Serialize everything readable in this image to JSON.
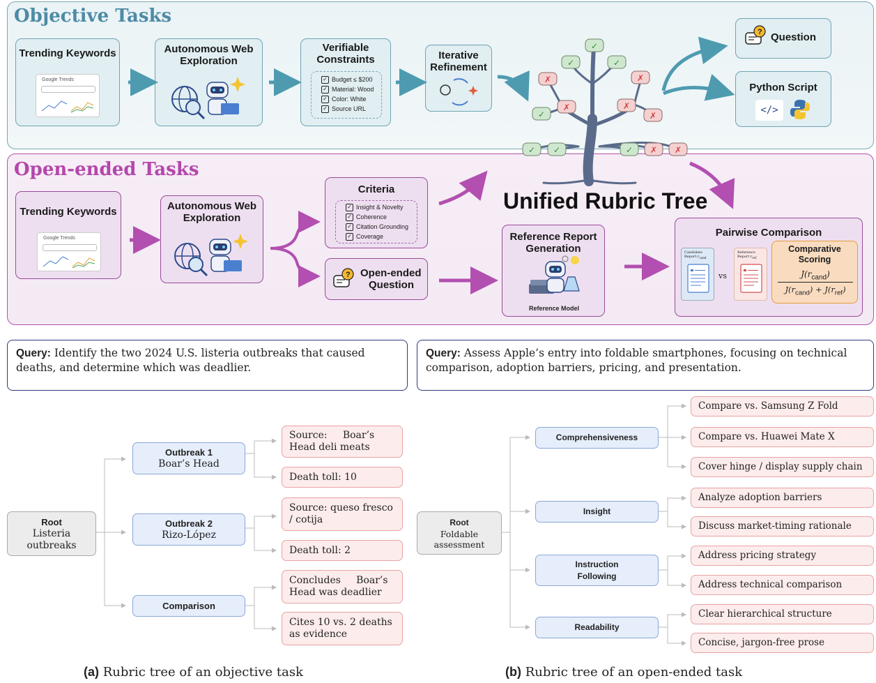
{
  "objective": {
    "title": "Objective Tasks",
    "trending": "Trending Keywords",
    "google_trends": "Google Trends",
    "web": [
      "Autonomous Web",
      "Exploration"
    ],
    "constraints_title": [
      "Verifiable",
      "Constraints"
    ],
    "constraints": [
      "Budget ≤ $200",
      "Material: Wood",
      "Color: White",
      "Source URL"
    ],
    "refine": [
      "Iterative",
      "Refinement"
    ],
    "question": "Question",
    "python": "Python Script"
  },
  "open": {
    "title": "Open-ended Tasks",
    "trending": "Trending Keywords",
    "google_trends": "Google Trends",
    "web": [
      "Autonomous Web",
      "Exploration"
    ],
    "criteria_title": "Criteria",
    "criteria": [
      "Insight & Novelty",
      "Coherence",
      "Citation Grounding",
      "Coverage"
    ],
    "oq": [
      "Open-ended",
      "Question"
    ],
    "ref_title": [
      "Reference Report",
      "Generation"
    ],
    "ref_model": "Reference Model",
    "pairwise": "Pairwise Comparison",
    "cand": [
      "Candidate",
      "Report r",
      "cand"
    ],
    "refrep": [
      "Reference",
      "Report r",
      "ref"
    ],
    "vs": "vs",
    "scoring": [
      "Comparative",
      "Scoring"
    ],
    "formula_num": "J(r",
    "formula_cand": "cand",
    "formula_den": "J(r",
    "formula_ref": "ref"
  },
  "unified": "Unified Rubric Tree",
  "query_a": {
    "label": "Query:",
    "text": "Identify the two 2024 U.S. listeria outbreaks that caused deaths, and determine which was deadlier."
  },
  "query_b": {
    "label": "Query:",
    "text": "Assess Apple’s entry into foldable smartphones, focusing on technical comparison, adoption barriers, pricing, and presentation."
  },
  "tree_a": {
    "root": [
      "Root",
      "Listeria",
      "outbreaks"
    ],
    "criteria": [
      {
        "title": "Outbreak 1",
        "sub": "Boar’s Head"
      },
      {
        "title": "Outbreak 2",
        "sub": "Rizo-López"
      },
      {
        "title": "Comparison",
        "sub": ""
      }
    ],
    "leaves": [
      [
        "Source:     Boar’s",
        "Head deli meats"
      ],
      [
        "Death toll: 10"
      ],
      [
        "Source: queso fresco",
        "/ cotija"
      ],
      [
        "Death toll: 2"
      ],
      [
        "Concludes     Boar’s",
        "Head was deadlier"
      ],
      [
        "Cites 10 vs. 2 deaths",
        "as evidence"
      ]
    ]
  },
  "tree_b": {
    "root": [
      "Root",
      "Foldable",
      "assessment"
    ],
    "criteria": [
      "Comprehensiveness",
      "Insight",
      "Instruction Following",
      "Readability"
    ],
    "leaves": [
      "Compare vs. Samsung Z Fold",
      "Compare vs. Huawei Mate X",
      "Cover hinge / display supply chain",
      "Analyze adoption barriers",
      "Discuss market-timing rationale",
      "Address pricing strategy",
      "Address technical comparison",
      "Clear hierarchical structure",
      "Concise, jargon-free prose"
    ]
  },
  "caption_a": {
    "label": "(a)",
    "text": "Rubric tree of an objective task"
  },
  "caption_b": {
    "label": "(b)",
    "text": "Rubric tree of an open-ended task"
  },
  "colors": {
    "teal": "#4e9bb0",
    "purple": "#b24fb0",
    "check": "#6fb56f",
    "cross": "#d9534f"
  }
}
